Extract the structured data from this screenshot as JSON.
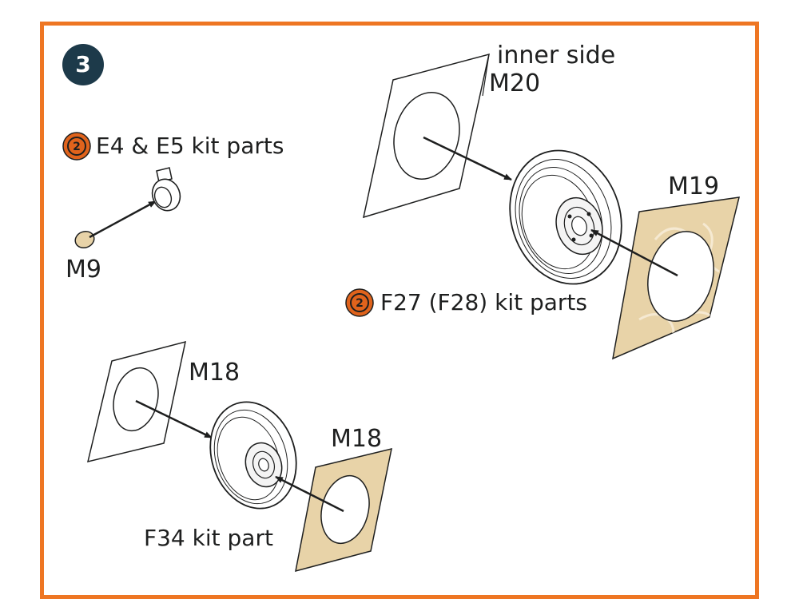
{
  "step": {
    "number": "3"
  },
  "colors": {
    "frame": "#ee7623",
    "badge": "#1d3a4a",
    "mask_fill": "#e8d3a8",
    "ink": "#1e1f1f",
    "kit_icon": "#e0631c"
  },
  "icons": {
    "kit_part": "recycle-kit-icon",
    "arrow": "arrow-icon"
  },
  "labels": {
    "inner_side": "inner side",
    "m20": "M20",
    "m19": "M19",
    "m9": "M9",
    "m18_left": "M18",
    "m18_right": "M18",
    "e4_e5": "E4 & E5 kit parts",
    "f27_f28": "F27 (F28) kit parts",
    "f34": "F34 kit part",
    "kit_icon_glyph": "2"
  }
}
